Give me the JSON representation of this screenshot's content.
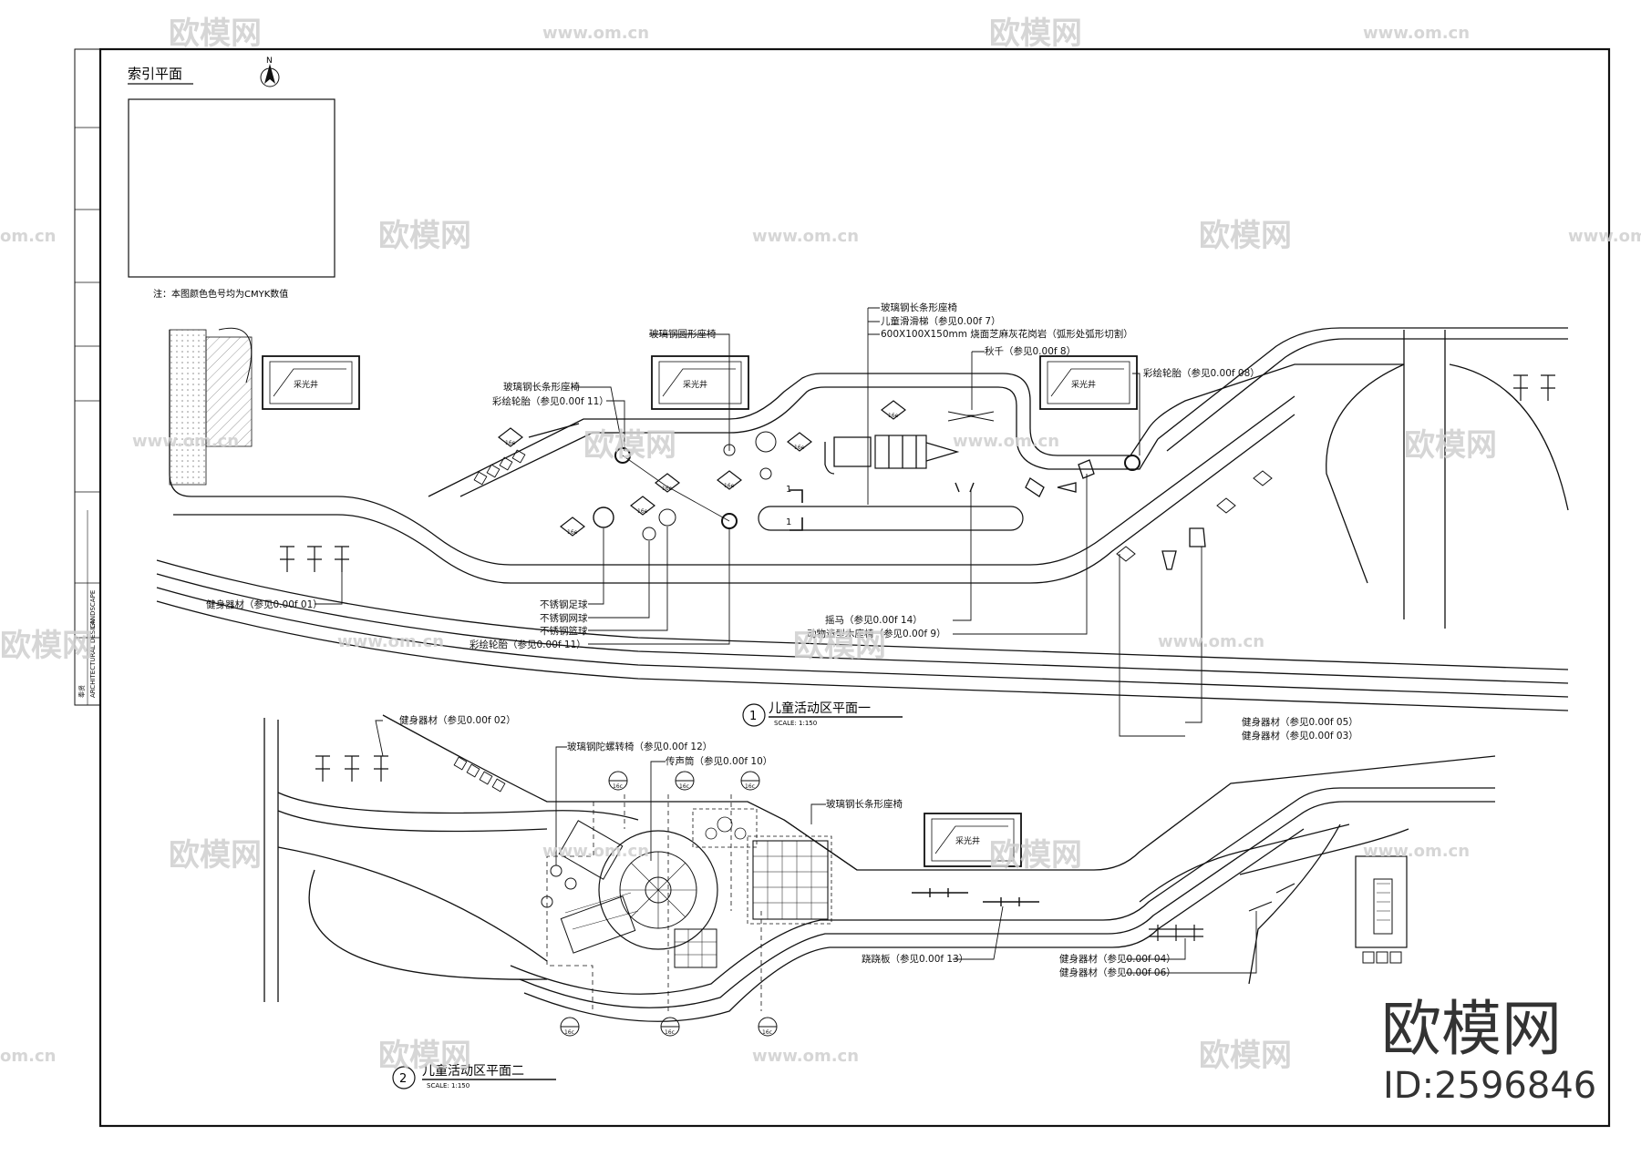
{
  "index_plan": {
    "title": "索引平面",
    "north": "N",
    "note": "注：本图颜色色号均为CMYK数值"
  },
  "plan1": {
    "number": "1",
    "title": "儿童活动区平面一",
    "scale": "SCALE:  1:150",
    "labels": {
      "frp_long_bench_a": "玻璃钢长条形座椅",
      "frp_round_seat": "玻璃钢圆形座椅",
      "frp_long_bench_b": "玻璃钢长条形座椅",
      "kids_slide": "儿童滑滑梯（参见0.00f 7）",
      "planter_lintel": "600X100X150mm 烧面芝麻灰花岗岩（弧形处弧形切割）",
      "swing": "秋千（参见0.00f 8）",
      "painted_tire_a": "彩绘轮胎（参见0.00f 11）",
      "painted_tire_b": "彩绘轮胎（参见0.00f 08）",
      "fitness_01": "健身器材（参见0.00f 01）",
      "ss_football": "不锈钢足球",
      "ss_tennis": "不锈钢网球",
      "ss_basketball": "不锈钢篮球",
      "painted_tire_c": "彩绘轮胎（参见0.00f 11）",
      "rocking_horse": "摇马（参见0.00f 14）",
      "animal_bench": "动物造型木座椅（参见0.00f 9）",
      "fitness_05": "健身器材（参见0.00f 05）",
      "fitness_03": "健身器材（参见0.00f 03）",
      "skylight": "采光井",
      "section_mark": "1",
      "detail_16e": "16e"
    }
  },
  "plan2": {
    "number": "2",
    "title": "儿童活动区平面二",
    "scale": "SCALE:  1:150",
    "labels": {
      "fitness_02": "健身器材（参见0.00f 02）",
      "frp_spiral_seat": "玻璃钢陀螺转椅（参见0.00f 12）",
      "speaking_tube": "传声筒（参见0.00f 10）",
      "frp_long_bench": "玻璃钢长条形座椅",
      "seesaw": "跷跷板（参见0.00f 13）",
      "fitness_04": "健身器材（参见0.00f 04）",
      "fitness_06": "健身器材（参见0.00f 06）",
      "skylight": "采光井",
      "detail_16c": "16c"
    }
  },
  "sidebar": {
    "company": "奉贤",
    "line1": "ARCHITECTURAL DESIGN",
    "line2": "LANDSCAPE"
  },
  "watermark": {
    "brand": "欧模网",
    "url": "www.om.cn",
    "url_short": "om.cn",
    "id": "ID:2596846"
  },
  "colors": {
    "line": "#111111",
    "watermark": "#cfcfcf",
    "hatch": "#9a9a9a"
  }
}
